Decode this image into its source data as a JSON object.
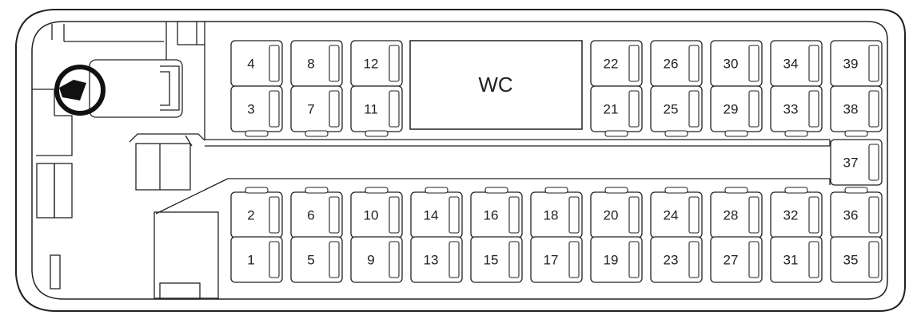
{
  "colors": {
    "stroke": "#222222",
    "background": "#ffffff"
  },
  "wc": {
    "label": "WC"
  },
  "steering_wheel": {
    "icon": "steering-wheel-icon"
  },
  "seats": {
    "upper_back": [
      "4",
      "8",
      "12",
      "22",
      "26",
      "30",
      "34",
      "39"
    ],
    "upper_front": [
      "3",
      "7",
      "11",
      "21",
      "25",
      "29",
      "33",
      "38"
    ],
    "rear_single": [
      "37"
    ],
    "lower_back": [
      "2",
      "6",
      "10",
      "14",
      "16",
      "18",
      "20",
      "24",
      "28",
      "32",
      "36"
    ],
    "lower_front": [
      "1",
      "5",
      "9",
      "13",
      "15",
      "17",
      "19",
      "23",
      "27",
      "31",
      "35"
    ]
  }
}
